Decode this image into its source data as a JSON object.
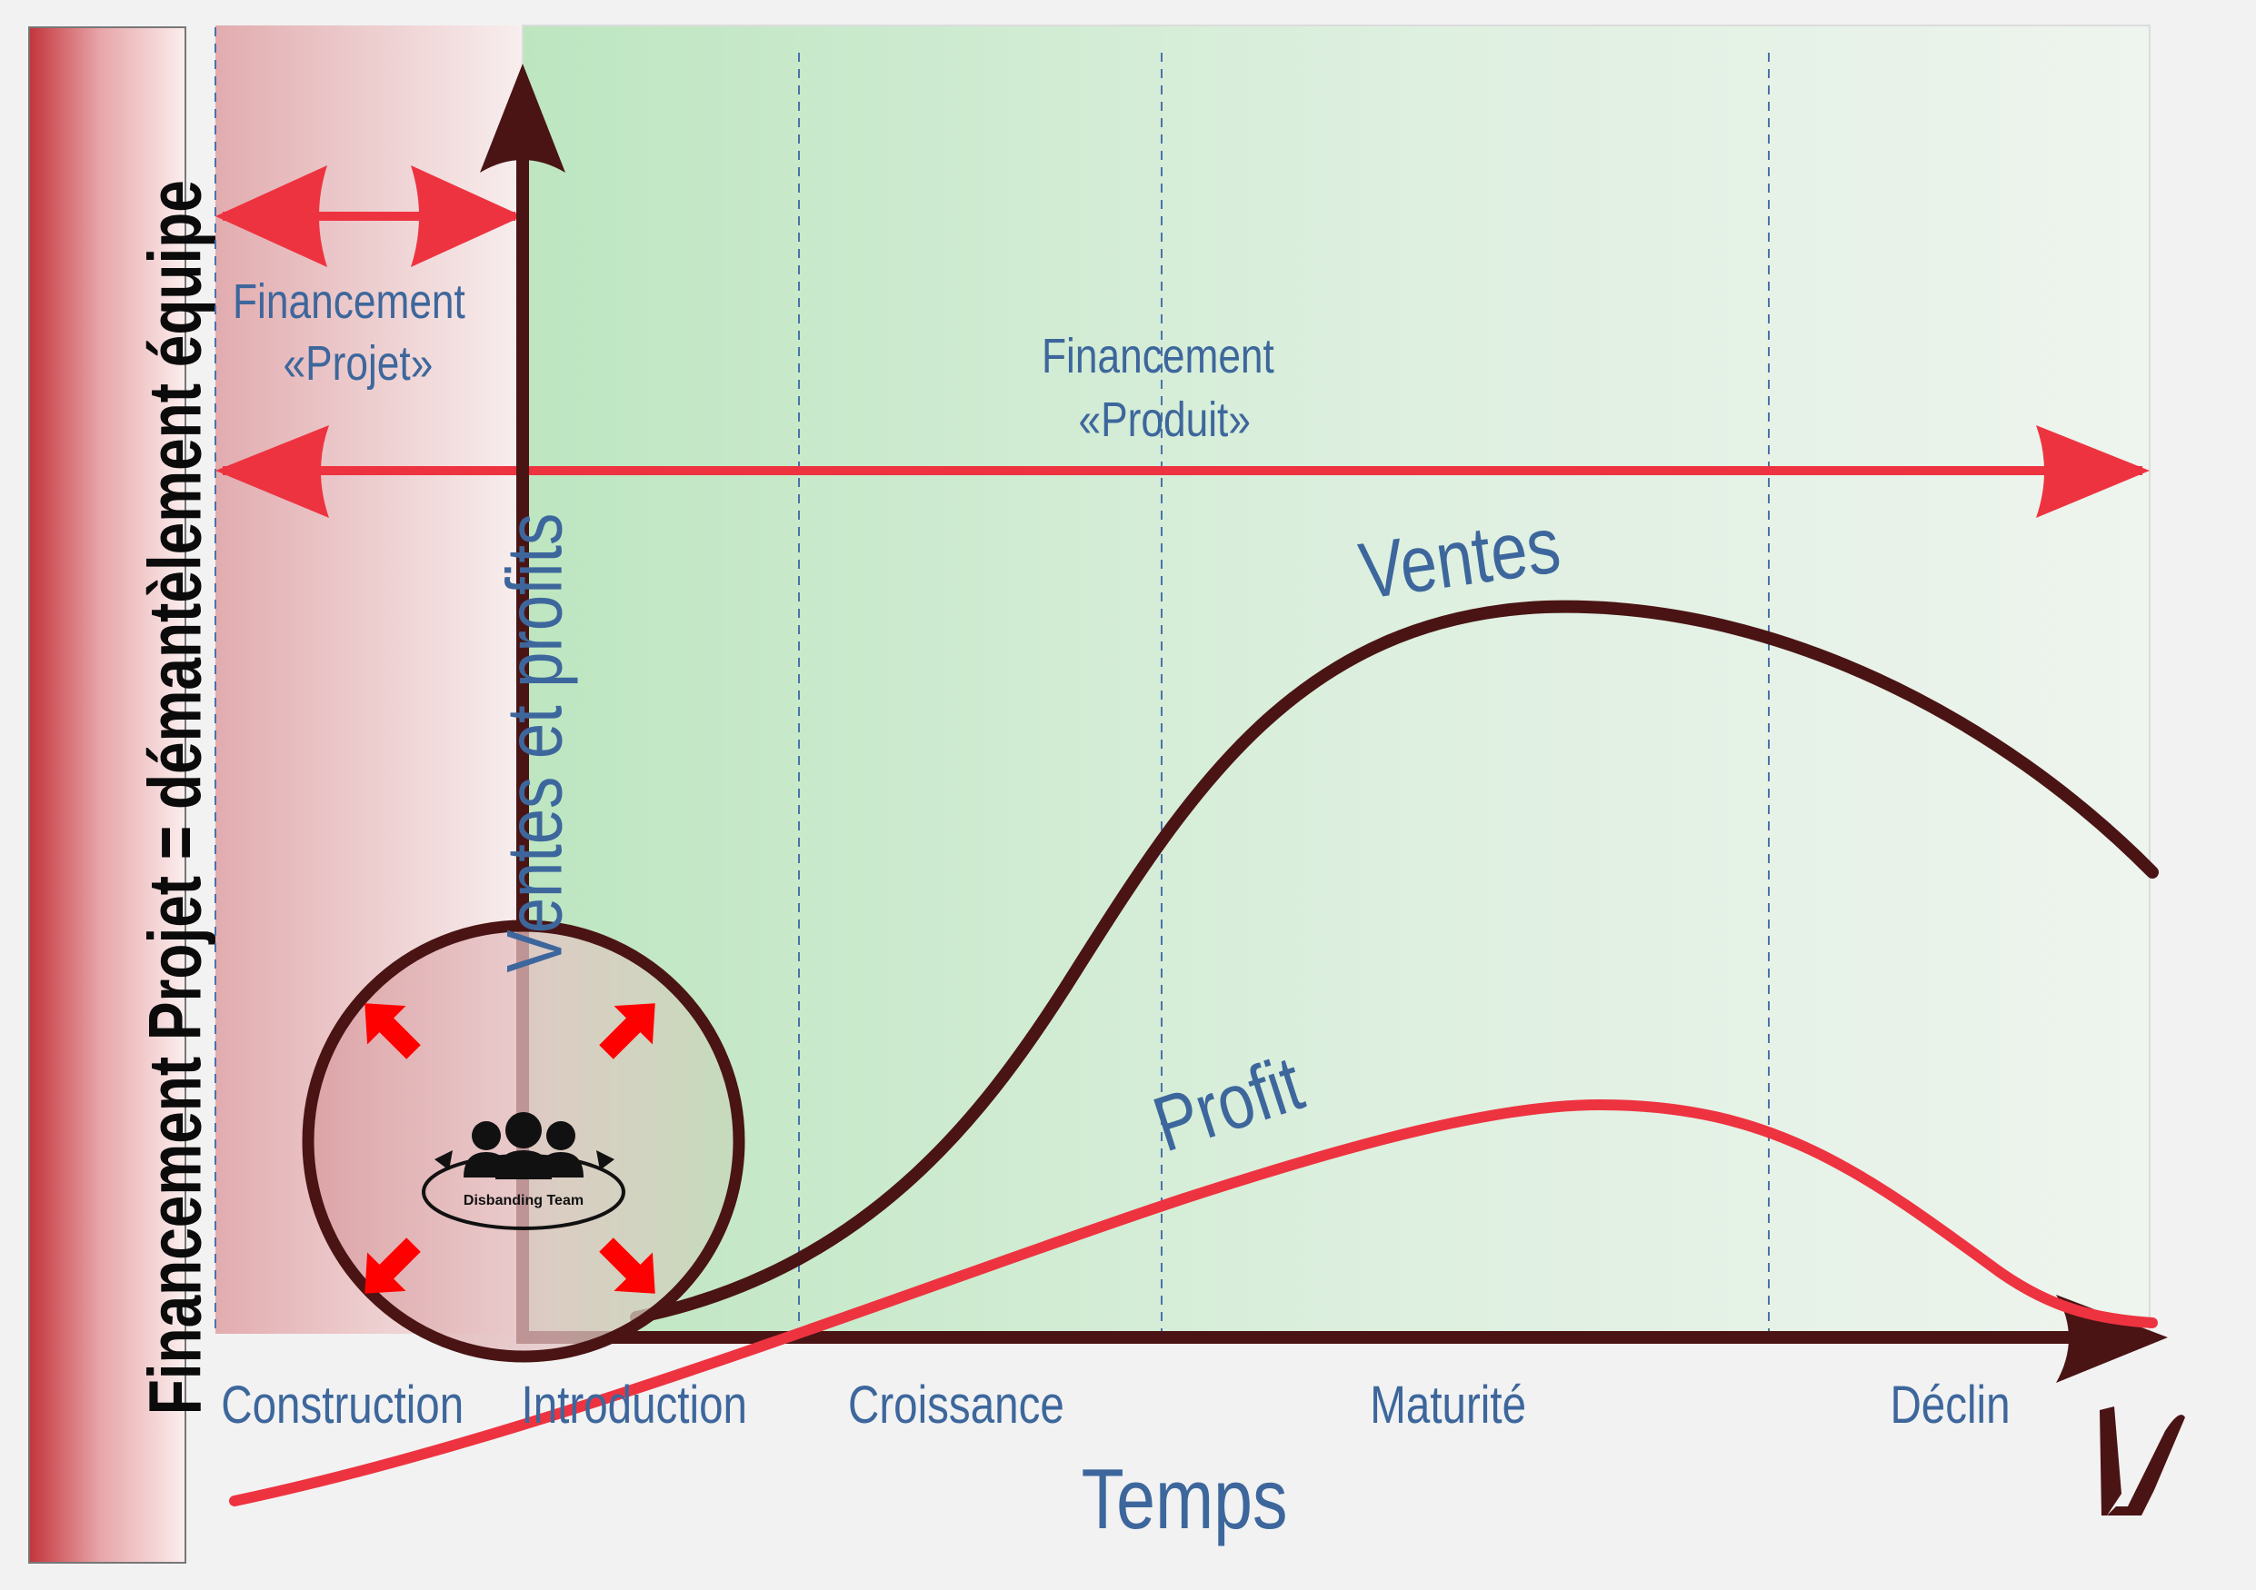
{
  "side_title": "Financement Projet = démantèlement équipe",
  "y_axis_label": "Ventes et profits",
  "x_axis_label": "Temps",
  "phases": [
    "Construction",
    "Introduction",
    "Croissance",
    "Maturité",
    "Déclin"
  ],
  "funding_project": {
    "line1": "Financement",
    "line2": "«Projet»"
  },
  "funding_product": {
    "line1": "Financement",
    "line2": "«Produit»"
  },
  "curve_labels": {
    "sales": "Ventes",
    "profit": "Profit"
  },
  "team_badge": {
    "label": "Disbanding Team",
    "icon": "team-people-icon"
  },
  "colors": {
    "dark_brown": "#4a1414",
    "red": "#ee3340",
    "text_blue": "#3d679c",
    "project_zone": "#e3aeb2",
    "product_zone": "#bfe5c2"
  }
}
